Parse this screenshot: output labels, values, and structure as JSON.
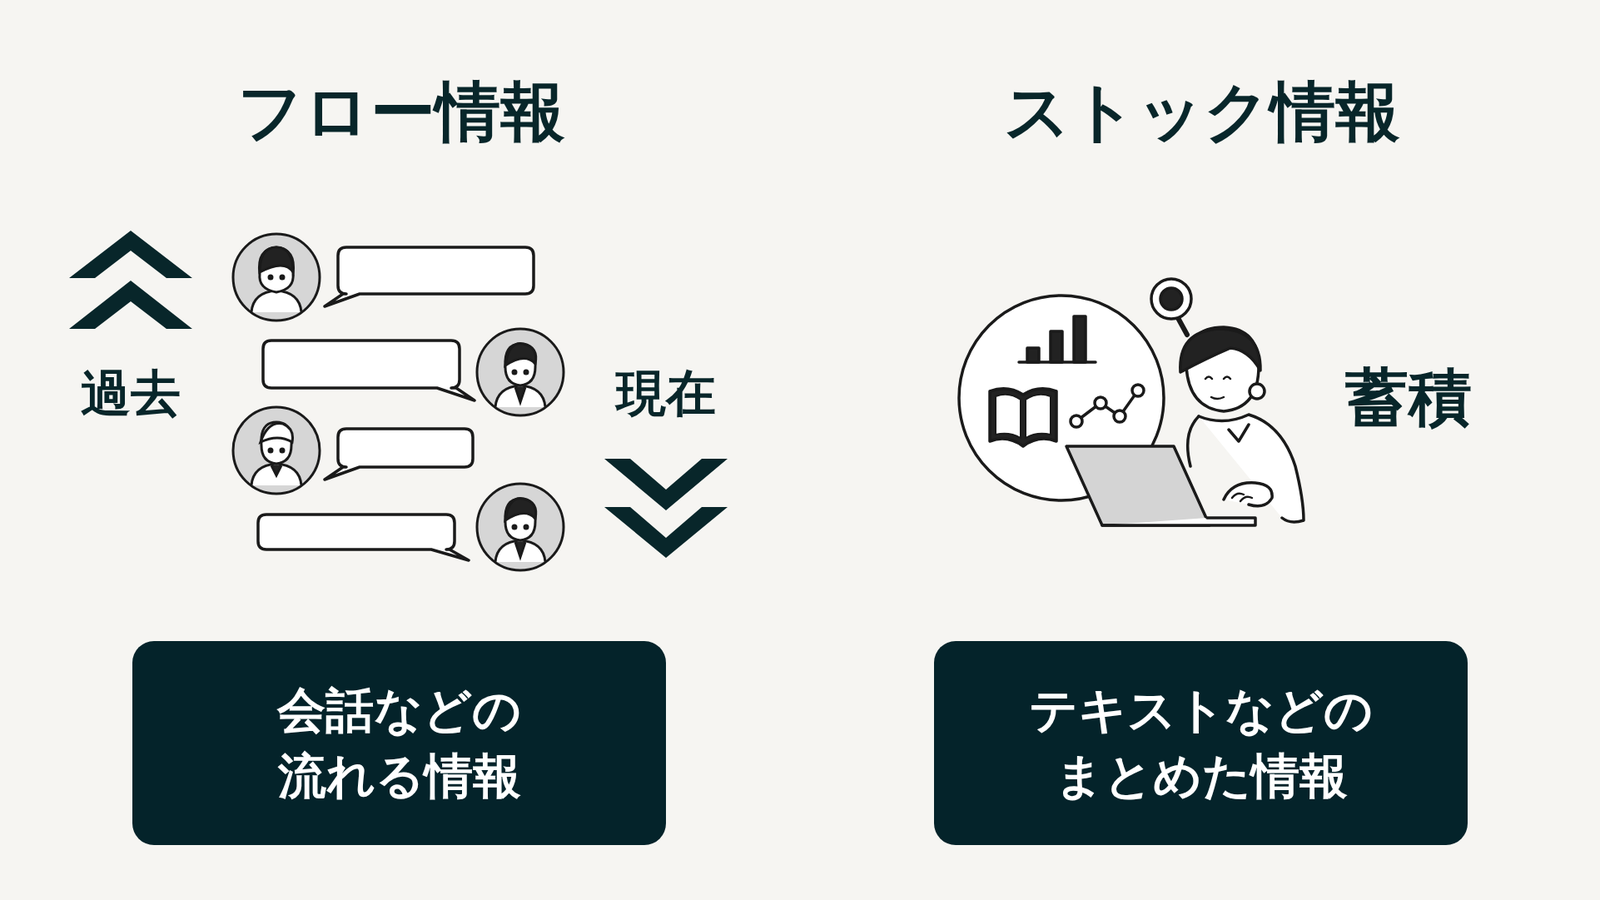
{
  "diagram": {
    "nodes": [
      {
        "text": [
          "会話などの 流れる情報"
        ]
      },
      {
        "text": [
          "テキストなどの まとめた情報"
        ]
      }
    ],
    "labels": [
      "フロー情報",
      "過去",
      "現在",
      "ストック情報",
      "蓄積"
    ]
  }
}
